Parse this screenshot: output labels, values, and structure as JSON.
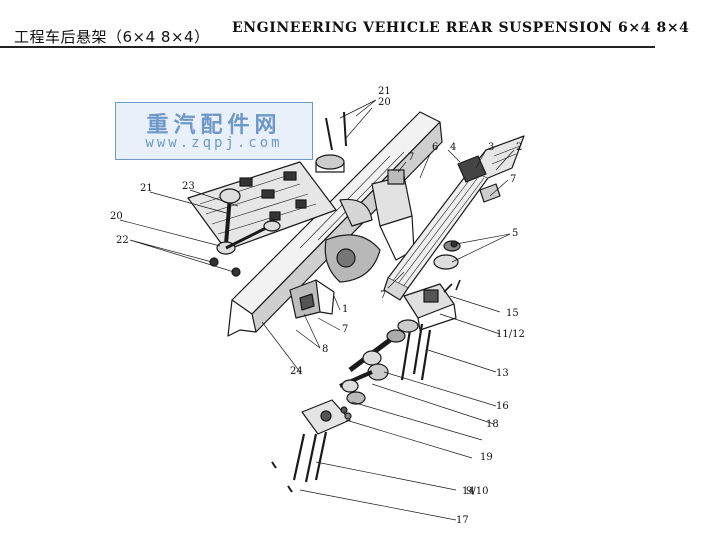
{
  "header": {
    "title_zh": "工程车后悬架（6×4 8×4）",
    "title_en": "ENGINEERING VEHICLE REAR SUSPENSION 6×4 8×4"
  },
  "watermark": {
    "text_cn": "重汽配件网",
    "url": "www.zqpj.com",
    "color": "#6f98c8"
  },
  "callouts": [
    "21",
    "20",
    "7",
    "6",
    "4",
    "3",
    "2",
    "7",
    "21",
    "23",
    "20",
    "22",
    "5",
    "7",
    "15",
    "11/12",
    "1",
    "7",
    "8",
    "13",
    "24",
    "16",
    "18",
    "19",
    "9/10",
    "14",
    "17"
  ]
}
